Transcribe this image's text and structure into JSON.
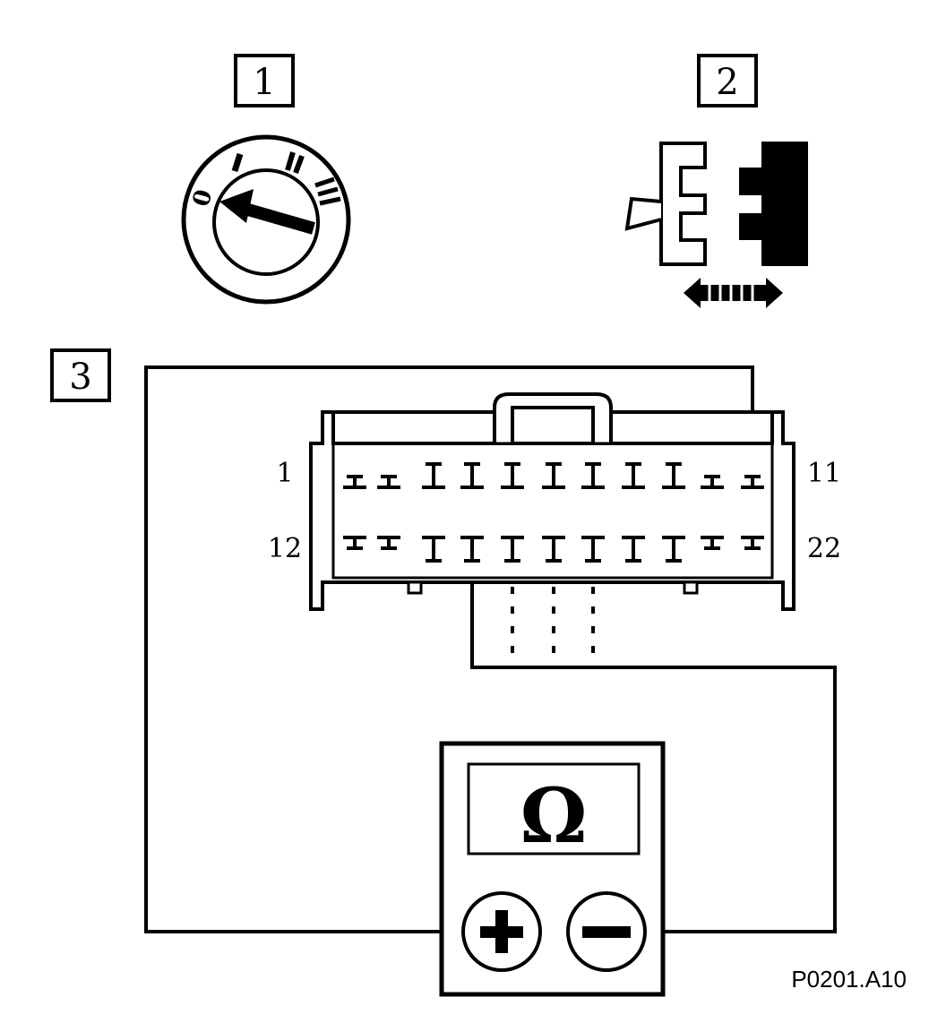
{
  "steps": [
    {
      "label": "1"
    },
    {
      "label": "2"
    },
    {
      "label": "3"
    }
  ],
  "ignition_switch": {
    "positions": [
      "0",
      "I",
      "II",
      "III"
    ],
    "selected_position": "0"
  },
  "connector": {
    "pin_labels": {
      "top_left": "1",
      "top_right": "11",
      "bottom_left": "12",
      "bottom_right": "22"
    },
    "pins_per_row": 11
  },
  "ohmmeter": {
    "display_symbol": "Ω",
    "positive_symbol": "+",
    "negative_symbol": "−"
  },
  "figure_code": "P0201.A10",
  "colors": {
    "line": "#000000",
    "background": "#ffffff"
  }
}
